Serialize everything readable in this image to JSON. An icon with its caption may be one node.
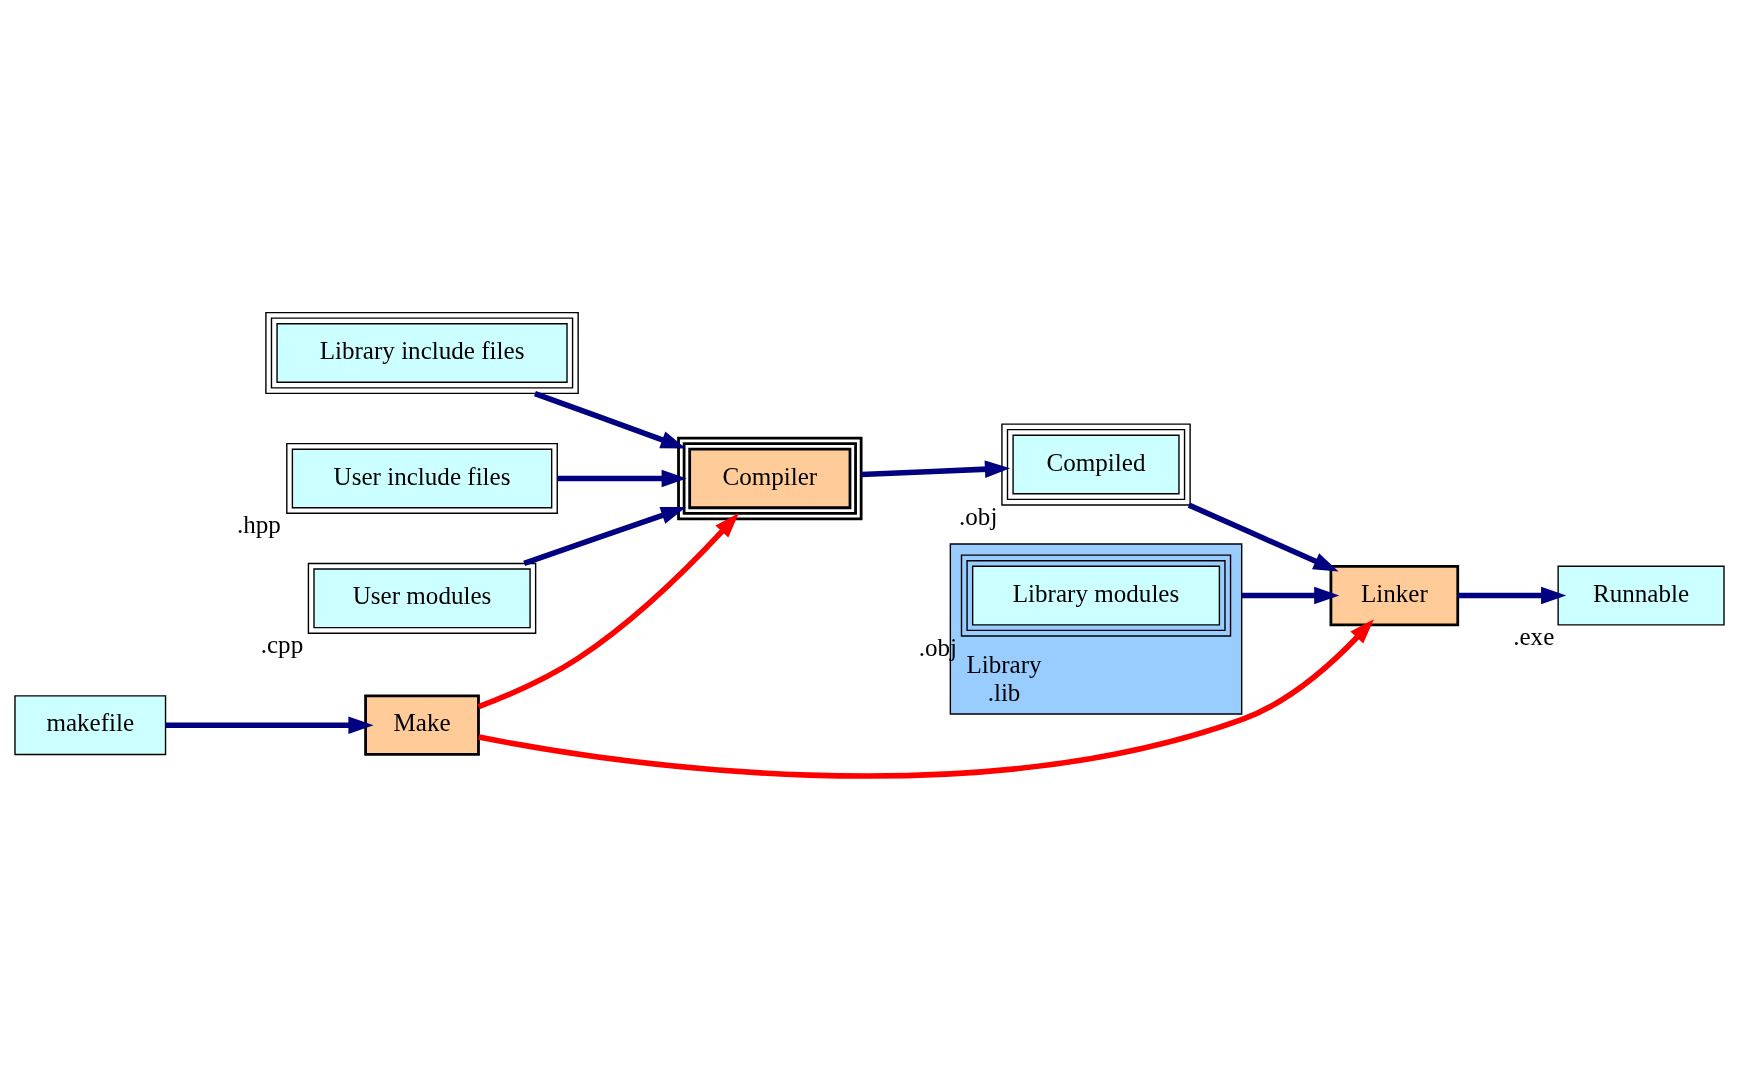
{
  "diagram": {
    "nodes": [
      {
        "text": [
          "Library include files"
        ]
      },
      {
        "text": [
          "User include files"
        ],
        "beside": [
          ".hpp"
        ]
      },
      {
        "text": [
          "User modules"
        ],
        "beside": [
          ".cpp"
        ]
      },
      {
        "text": [
          "Library",
          ".lib"
        ]
      },
      {
        "text": [
          "Library modules"
        ],
        "in": 3,
        "beside": [
          ".obj"
        ]
      },
      {
        "text": [
          "Compiler"
        ]
      },
      {
        "text": [
          "Compiled"
        ],
        "beside": [
          ".obj"
        ]
      },
      {
        "text": [
          "Linker"
        ]
      },
      {
        "text": [
          "Runnable"
        ],
        "beside": [
          ".exe"
        ]
      },
      {
        "text": [
          "Make"
        ]
      },
      {
        "text": [
          "makefile"
        ]
      }
    ],
    "edges": [
      {
        "from": 0,
        "to": 5,
        "arrow": "to"
      },
      {
        "from": 1,
        "to": 5,
        "arrow": "to"
      },
      {
        "from": 2,
        "to": 5,
        "arrow": "to"
      },
      {
        "from": 5,
        "to": 6,
        "arrow": "to"
      },
      {
        "from": 6,
        "to": 7,
        "arrow": "to"
      },
      {
        "from": 3,
        "to": 7,
        "arrow": "to"
      },
      {
        "from": 7,
        "to": 8,
        "arrow": "to"
      },
      {
        "from": 9,
        "to": 5,
        "arrow": "to",
        "color": "#ff0000"
      },
      {
        "from": 9,
        "to": 7,
        "arrow": "to",
        "color": "#ff0000"
      },
      {
        "from": 10,
        "to": 9,
        "arrow": "to"
      }
    ]
  }
}
